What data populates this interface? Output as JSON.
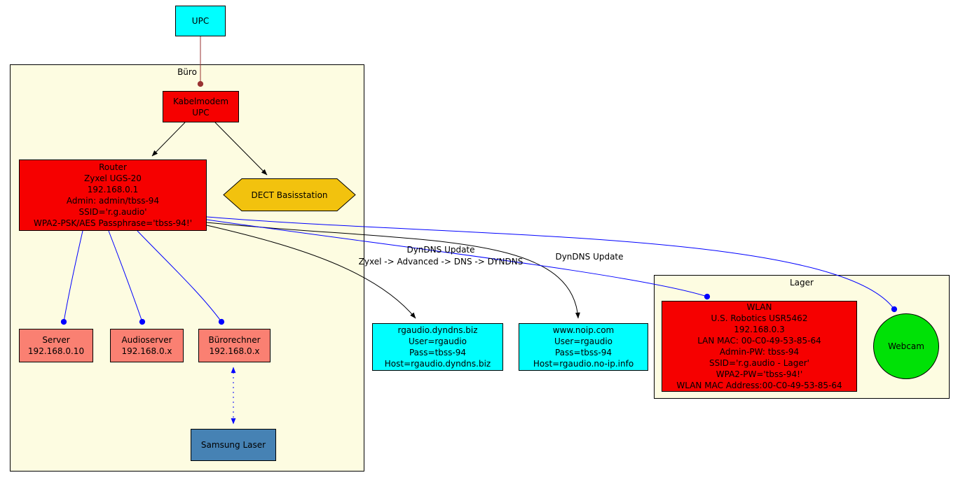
{
  "clusters": {
    "buro": {
      "label": "Büro"
    },
    "lager": {
      "label": "Lager"
    }
  },
  "nodes": {
    "upc": {
      "label": "UPC"
    },
    "kabelmodem": {
      "label": [
        "Kabelmodem",
        "UPC"
      ]
    },
    "router": {
      "label": [
        "Router",
        "Zyxel UGS-20",
        "192.168.0.1",
        "Admin: admin/tbss-94",
        "SSID='r.g.audio'",
        "WPA2-PSK/AES Passphrase='tbss-94!'"
      ]
    },
    "dect": {
      "label": "DECT Basisstation"
    },
    "server": {
      "label": [
        "Server",
        "192.168.0.10"
      ]
    },
    "audioserver": {
      "label": [
        "Audioserver",
        "192.168.0.x"
      ]
    },
    "buerorechner": {
      "label": [
        "Bürorechner",
        "192.168.0.x"
      ]
    },
    "samsung_laser": {
      "label": "Samsung Laser"
    },
    "dyndns_biz": {
      "label": [
        "rgaudio.dyndns.biz",
        "User=rgaudio",
        "Pass=tbss-94",
        "Host=rgaudio.dyndns.biz"
      ]
    },
    "noip": {
      "label": [
        "www.noip.com",
        "User=rgaudio",
        "Pass=tbss-94",
        "Host=rgaudio.no-ip.info"
      ]
    },
    "wlan": {
      "label": [
        "WLAN",
        "U.S. Robotics USR5462",
        "192.168.0.3",
        "LAN MAC: 00-C0-49-53-85-64",
        "Admin-PW: tbss-94",
        "SSID='r.g.audio - Lager'",
        "WPA2-PW='tbss-94!'",
        "WLAN MAC Address:00-C0-49-53-85-64"
      ]
    },
    "webcam": {
      "label": "Webcam"
    }
  },
  "edge_labels": {
    "router_dyndns": [
      "DynDNS Update",
      "Zyxel -> Advanced -> DNS -> DYNDNS"
    ],
    "router_noip": "DynDNS Update"
  },
  "colors": {
    "node_red": "#f60000",
    "node_cyan": "#00ffff",
    "node_salmon": "#fa8072",
    "node_gold": "#f2c20e",
    "node_steelblue": "#4682b4",
    "node_green": "#00e106",
    "cluster_background": "#fdfce1",
    "edge_blue": "#0000ff",
    "edge_black": "#000000",
    "edge_darkred": "#993333"
  }
}
